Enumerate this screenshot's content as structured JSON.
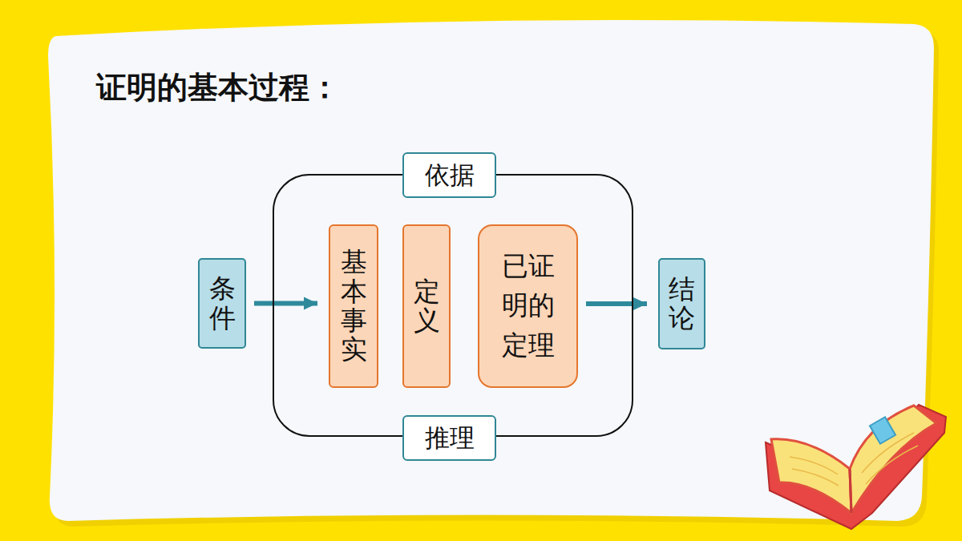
{
  "diagram": {
    "title": "证明的基本过程：",
    "nodes": [
      {
        "text": [
          "条件"
        ]
      },
      {
        "text": [
          "依据",
          "推理"
        ]
      },
      {
        "text": [
          "基本事实"
        ],
        "in": 1
      },
      {
        "text": [
          "定义"
        ],
        "in": 1
      },
      {
        "text": [
          "已证明的定理"
        ],
        "in": 1
      },
      {
        "text": [
          "结论"
        ]
      }
    ],
    "edges": [
      {
        "from": 0,
        "to": 2,
        "arrow": "to"
      },
      {
        "from": 4,
        "to": 5,
        "arrow": "to"
      }
    ]
  }
}
